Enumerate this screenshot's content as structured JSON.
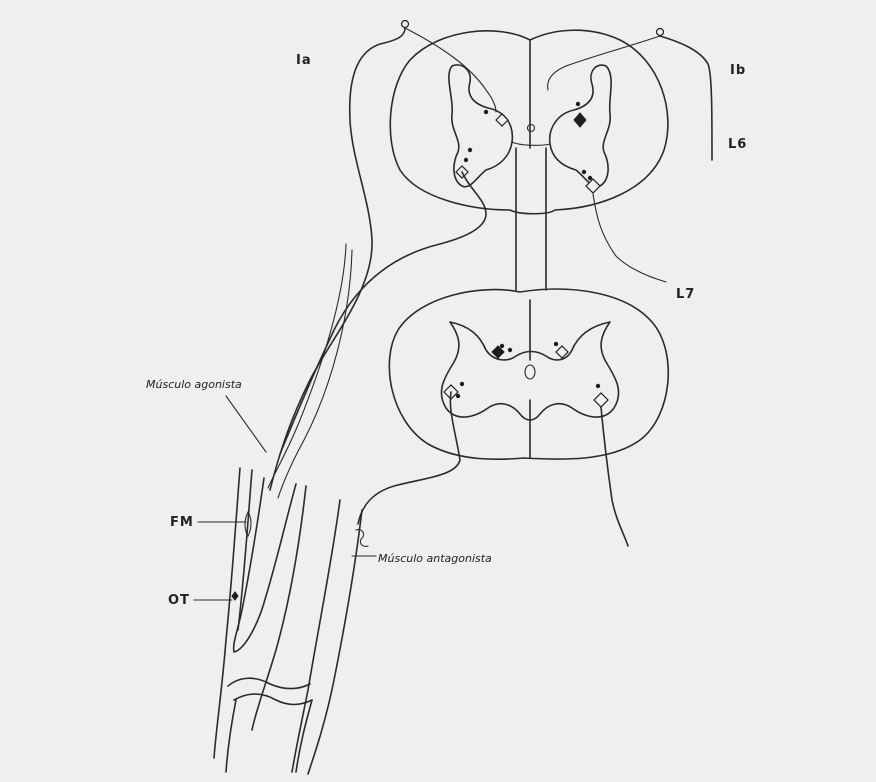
{
  "labels": {
    "ia": "Ia",
    "ib": "Ib",
    "l6": "L6",
    "l7": "L7",
    "agonist": "Músculo agonista",
    "antagonist": "Músculo antagonista",
    "fm": "FM",
    "ot": "OT"
  },
  "colors": {
    "ink": "#2b2b2b",
    "paper": "#efefed"
  }
}
